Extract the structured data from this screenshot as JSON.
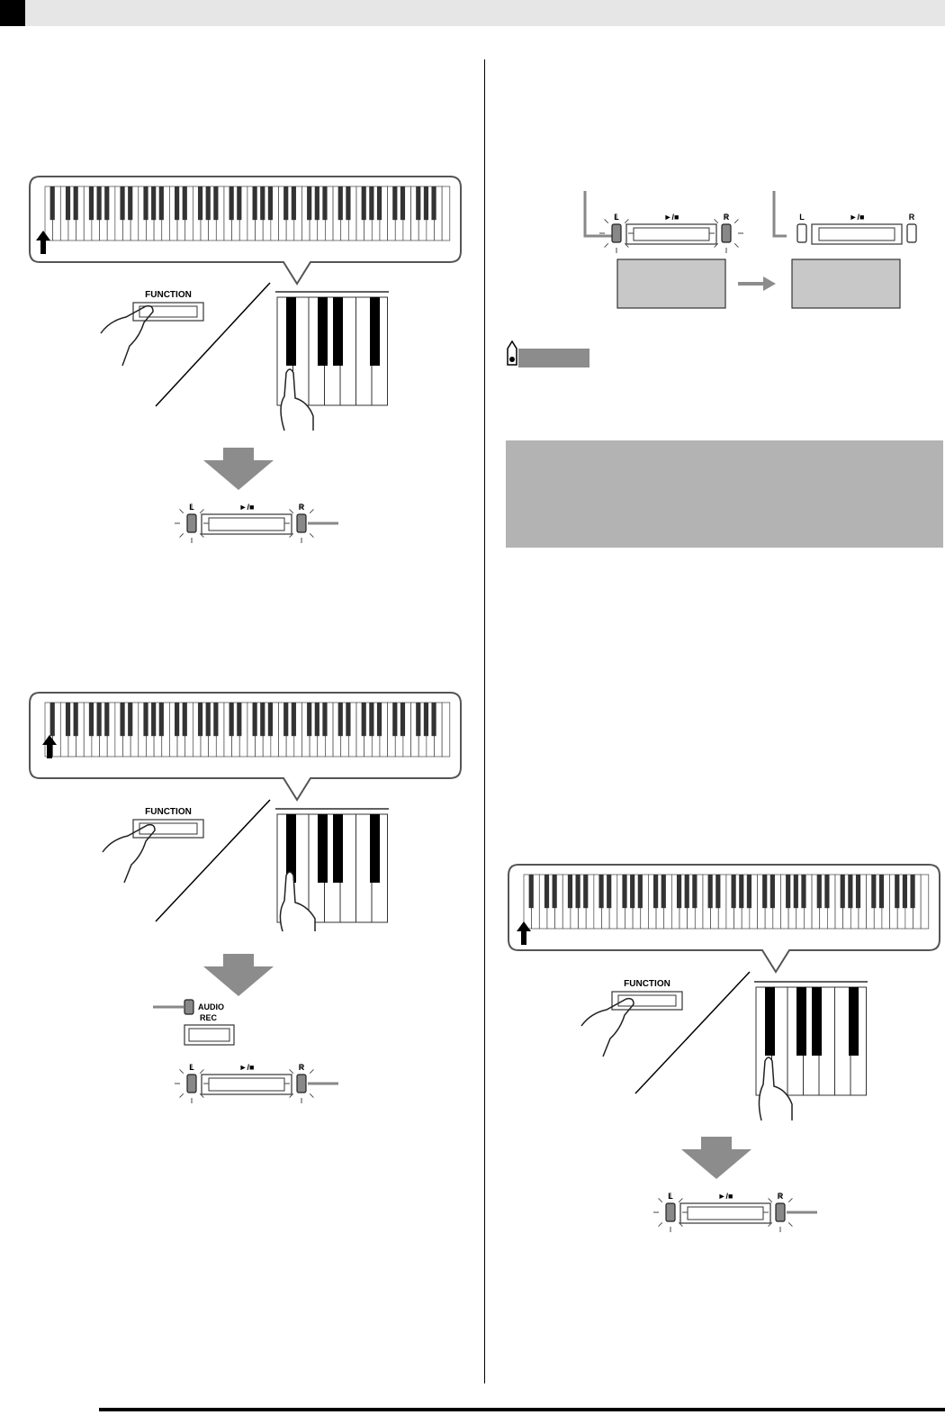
{
  "labels": {
    "function": "FUNCTION",
    "play_stop": "►/■",
    "led_left": "L",
    "led_right": "R",
    "audio": "AUDIO",
    "rec": "REC"
  },
  "colors": {
    "header_bar": "#e6e6e6",
    "panel_gray": "#b3b3b3",
    "lcd_gray": "#c8c8c8",
    "arrow_gray": "#8c8c8c",
    "led_gray": "#888888"
  },
  "icons": [
    "up-arrow-icon",
    "down-arrow-icon",
    "right-arrow-icon",
    "pointing-hand-icon",
    "pencil-note-icon",
    "blink-rays-icon"
  ]
}
